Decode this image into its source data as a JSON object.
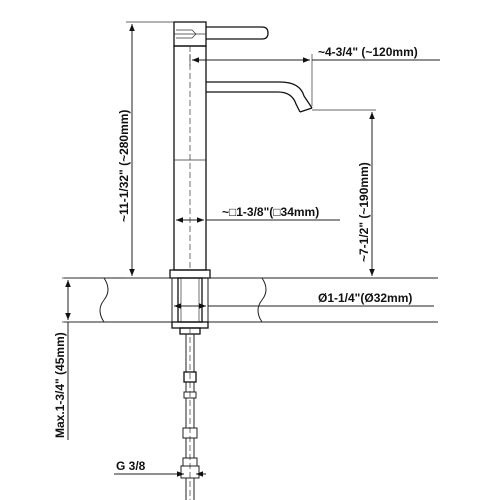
{
  "diagram": {
    "dimensions": {
      "total_height": "~11-1/32\" (~280mm)",
      "spout_reach": "~4-3/4\" (~120mm)",
      "spout_height": "~7-1/2\" (~190mm)",
      "body_square": "~□1-3/8\"(□34mm)",
      "hole_diameter": "Ø1-1/4\"(Ø32mm)",
      "max_deck_thickness": "Max.1-3/4\" (45mm)",
      "connection_thread": "G 3/8"
    }
  }
}
